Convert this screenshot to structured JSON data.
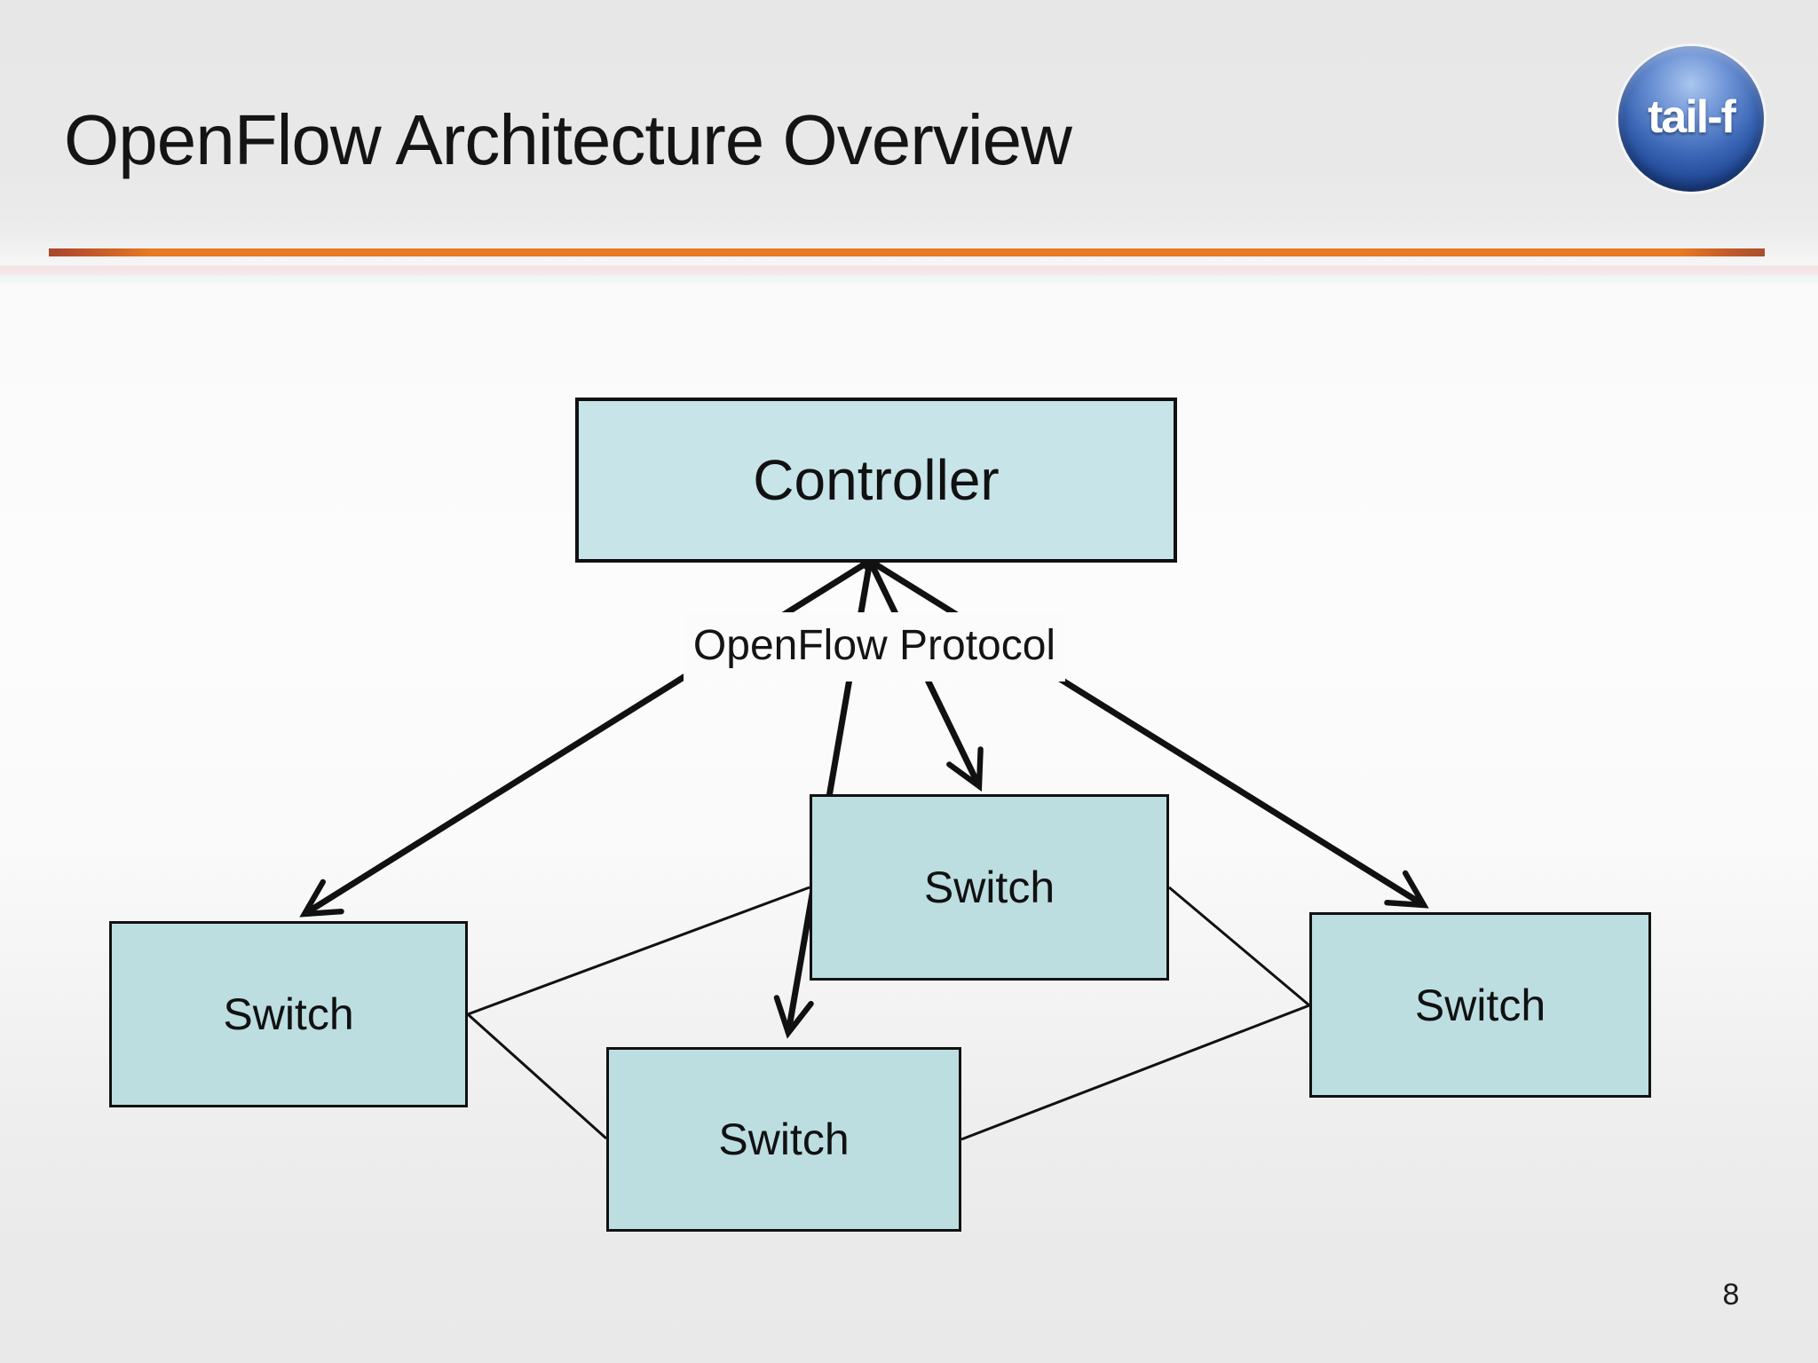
{
  "slide": {
    "title": "OpenFlow Architecture Overview",
    "page_number": "8",
    "logo_text": "tail-f"
  },
  "diagram": {
    "protocol_label": "OpenFlow Protocol",
    "controller_label": "Controller",
    "switch_labels": [
      "Switch",
      "Switch",
      "Switch",
      "Switch"
    ]
  },
  "colors": {
    "accent_rule_orange": "#E87A22",
    "node_fill": "#BCDEE1",
    "controller_fill": "#C7E4E8",
    "node_border": "#111111",
    "title_text": "#141414",
    "logo_blue": "#2A57A8",
    "background_top": "#E8E8E8",
    "background_middle": "#FCFCFC",
    "background_bottom": "#E9E9E9"
  }
}
